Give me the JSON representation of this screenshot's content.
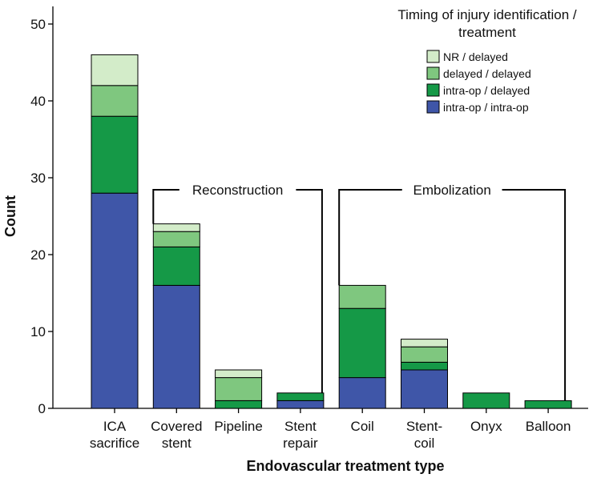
{
  "chart_data": {
    "type": "bar",
    "stacked": true,
    "xlabel": "Endovascular treatment type",
    "ylabel": "Count",
    "ylim": [
      0,
      50
    ],
    "yticks": [
      0,
      10,
      20,
      30,
      40,
      50
    ],
    "grid": false,
    "categories": [
      [
        "ICA",
        "sacrifice"
      ],
      [
        "Covered",
        "stent"
      ],
      [
        "Pipeline"
      ],
      [
        "Stent",
        "repair"
      ],
      [
        "Coil"
      ],
      [
        "Stent-",
        "coil"
      ],
      [
        "Onyx"
      ],
      [
        "Balloon"
      ]
    ],
    "series": [
      {
        "name": "intra-op / intra-op",
        "color": "#3f56a8",
        "values": [
          28,
          16,
          0,
          1,
          4,
          5,
          0,
          0
        ]
      },
      {
        "name": "intra-op / delayed",
        "color": "#159947",
        "values": [
          10,
          5,
          1,
          1,
          9,
          1,
          2,
          1
        ]
      },
      {
        "name": "delayed / delayed",
        "color": "#7fc77f",
        "values": [
          4,
          2,
          3,
          0,
          3,
          2,
          0,
          0
        ]
      },
      {
        "name": "NR / delayed",
        "color": "#d3ecc9",
        "values": [
          4,
          1,
          1,
          0,
          0,
          1,
          0,
          0
        ]
      }
    ],
    "legend": {
      "title": [
        "Timing of injury identification /",
        "treatment"
      ],
      "placement": "top-right",
      "order": [
        "NR / delayed",
        "delayed / delayed",
        "intra-op / delayed",
        "intra-op / intra-op"
      ]
    },
    "groups": [
      {
        "label": "Reconstruction",
        "from": 1,
        "to": 3
      },
      {
        "label": "Embolization",
        "from": 4,
        "to": 7
      }
    ]
  }
}
